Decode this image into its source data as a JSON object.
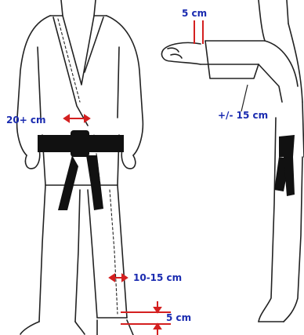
{
  "labels": {
    "sleeve_gap": "5 cm",
    "sleeve_length": "+/- 15 cm",
    "overlap": "20+ cm",
    "pant_width": "10-15 cm",
    "pant_hem": "5 cm"
  },
  "colors": {
    "label": "#1a2bb0",
    "marker": "#d42020",
    "line": "#222222",
    "belt": "#111111"
  }
}
